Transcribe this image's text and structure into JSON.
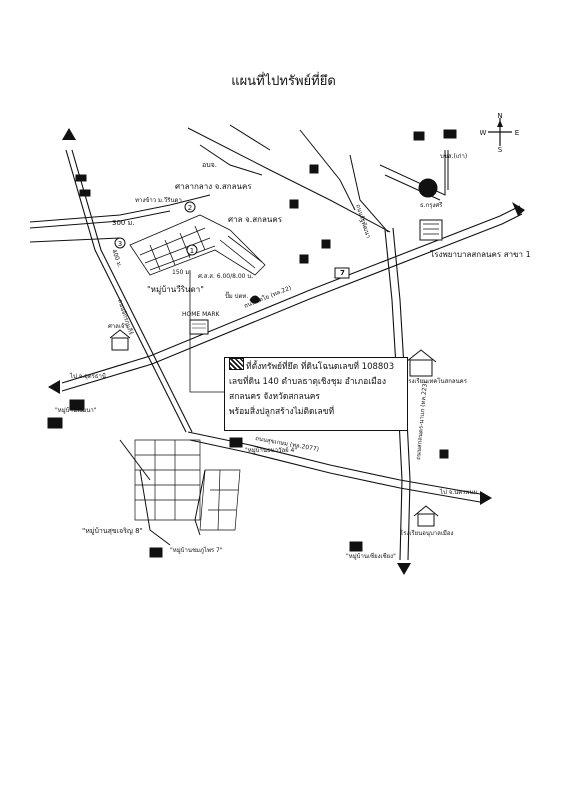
{
  "title": "แผนที่ไปทรัพย์ที่ยึด",
  "compass": {
    "n": "N",
    "s": "S",
    "e": "E",
    "w": "W"
  },
  "info_box": {
    "line1": "ที่ตั้งทรัพย์ที่ยึด ที่ดินโฉนดเลขที่ 108803",
    "line2": "เลขที่ดิน 140 ตำบลธาตุเชิงชุม อำเภอเมือง",
    "line3": "สกลนคร จังหวัดสกลนคร",
    "line4": "พร้อมสิ่งปลูกสร้างไม่ติดเลขที่"
  },
  "labels": {
    "obt": "อบจ.",
    "province_hall": "ศาลากลาง จ.สกลนคร",
    "court": "ศาล จ.สกลนคร",
    "police": "ทางข้าว ม.วีรินดา",
    "hospital": "โรงพยาบาลสกลนคร สาขา 1",
    "bkk": "บขส.(เก่า)",
    "bank": "ธ.กรุงศรี",
    "village_main": "\"หมู่บ้านวีรินดา\"",
    "home_mark": "HOME MARK",
    "temple": "ศาลเจ้า",
    "distance_300": "300 ม.",
    "distance_400": "400 ม.",
    "distance_150": "150 ม.",
    "office_hours": "ศ.ส.ส. 6.00/8.00 น.",
    "village_8": "\"หมู่บ้านสุขเจริญ 8\"",
    "village_4": "\"หมู่บ้านธนาวัลย์ 4\"",
    "village_7": "\"หมู่บ้านชมภูไพร 7\"",
    "village_b": "\"หมู่บ้านพัฒนา\"",
    "village_c": "\"หมู่บ้านเซียงเชียง\"",
    "school": "โรงเรียนเทคโนสกลนคร",
    "school_b": "โรงเรียนอนุบาลเมือง",
    "to_udon": "ไป จ.อุดรธานี",
    "to_nakhonphanom": "ไป จ.นครพนม",
    "road_nakhon": "ถนนสกลนคร-นาแก (ทล.223)",
    "road_nitayo": "ถนนนิตโย (ทล.22)",
    "road_sukkasem": "ถนนสุขเกษม (ทล.2077)",
    "road_kumpi": "ถนนจักรกุมภีร์",
    "road_rama": "ถนนรัฐพัฒนา",
    "ptt": "ปั๊ม ปตท.",
    "num1": "1",
    "num2": "2",
    "num3": "3",
    "seven": "7"
  }
}
